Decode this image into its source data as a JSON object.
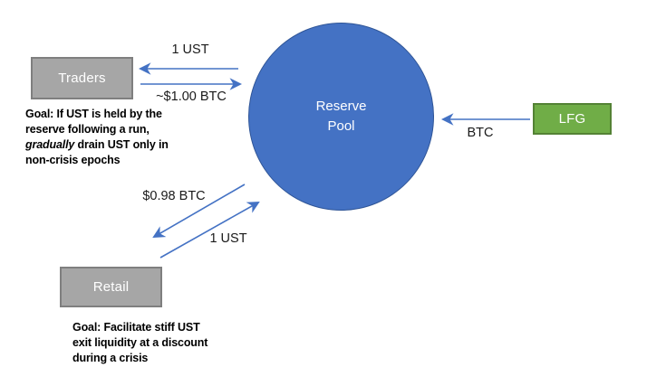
{
  "diagram": {
    "nodes": {
      "traders": {
        "label": "Traders"
      },
      "reserve_pool": {
        "label": "Reserve Pool"
      },
      "retail": {
        "label": "Retail"
      },
      "lfg": {
        "label": "LFG"
      }
    },
    "flows": {
      "traders_receive": "1 UST",
      "traders_pay": "~$1.00 BTC",
      "lfg_to_reserve": "BTC",
      "retail_receive": "$0.98 BTC",
      "retail_pay": "1 UST"
    },
    "notes": {
      "traders_goal": {
        "line1": "Goal: If UST is held by the",
        "line2": "reserve following a run,",
        "line3_italic": "gradually",
        "line3_rest": " drain UST only in",
        "line4": "non-crisis epochs"
      },
      "retail_goal": {
        "line1": "Goal: Facilitate stiff UST",
        "line2": "exit liquidity at a discount",
        "line3": "during a crisis"
      }
    },
    "colors": {
      "node_blue": "#4472C4",
      "node_blue_border": "#2F5597",
      "node_gray": "#A6A6A6",
      "node_gray_border": "#7F7F7F",
      "node_green": "#70AD47",
      "node_green_border": "#548235",
      "arrow_blue": "#4472C4",
      "background": "#FFFFFF"
    }
  }
}
